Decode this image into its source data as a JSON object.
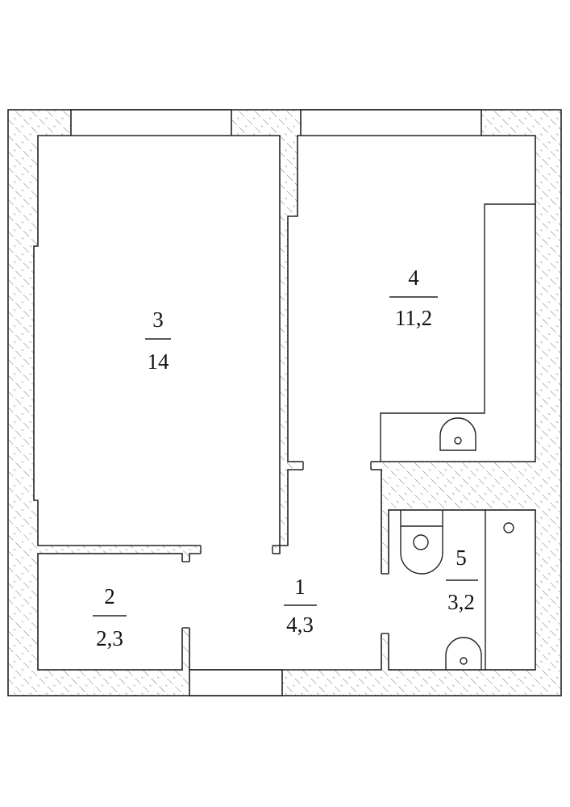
{
  "rooms": [
    {
      "number": "1",
      "area": "4,3"
    },
    {
      "number": "2",
      "area": "2,3"
    },
    {
      "number": "3",
      "area": "14"
    },
    {
      "number": "4",
      "area": "11,2"
    },
    {
      "number": "5",
      "area": "3,2"
    }
  ],
  "colors": {
    "wall_stroke": "#222222",
    "hatch": "#555555",
    "background": "#ffffff"
  }
}
